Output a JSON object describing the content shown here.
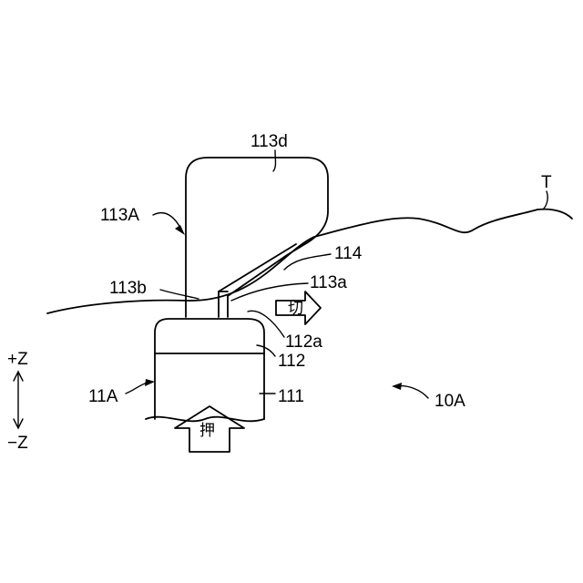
{
  "labels": {
    "l113d": "113d",
    "l113A": "113A",
    "lT": "T",
    "l114": "114",
    "l113b": "113b",
    "l113a": "113a",
    "l112a": "112a",
    "l112": "112",
    "l111": "111",
    "l11A": "11A",
    "l10A": "10A",
    "lpz": "+Z",
    "lmz": "−Z"
  },
  "arrows": {
    "cut": "切",
    "push": "押"
  }
}
